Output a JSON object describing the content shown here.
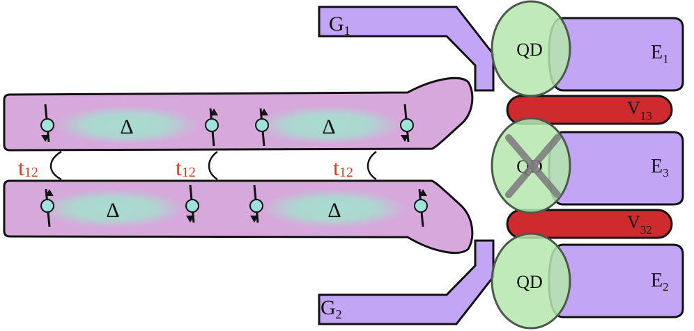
{
  "colors": {
    "wire_fill": "#d7a8dc",
    "gate_fill": "#c2a5f5",
    "lead_fill": "#c2a5f5",
    "qd_fill": "#b5e6ad",
    "qd_stroke": "#4a5a4a",
    "coupler_fill": "#cf2a2e",
    "delta_fill": "#a8dccf",
    "spin_fill": "#9fe3dc",
    "tunnel_label": "#c8462c",
    "cross": "#7a7a7a"
  },
  "labels": {
    "gate1": "G",
    "gate1_sub": "1",
    "gate2": "G",
    "gate2_sub": "2",
    "qd": "QD",
    "lead1": "E",
    "lead1_sub": "1",
    "lead3": "E",
    "lead3_sub": "3",
    "lead2": "E",
    "lead2_sub": "2",
    "coupling13": "V",
    "coupling13_sub": "13",
    "coupling32": "V",
    "coupling32_sub": "32",
    "tunnel": "t",
    "tunnel_sub": "12",
    "delta": "Δ"
  },
  "spins": {
    "top_wire": [
      "down",
      "up",
      "up",
      "down"
    ],
    "bottom_wire": [
      "up",
      "down",
      "down",
      "up"
    ]
  },
  "middle_qd_crossed": true
}
